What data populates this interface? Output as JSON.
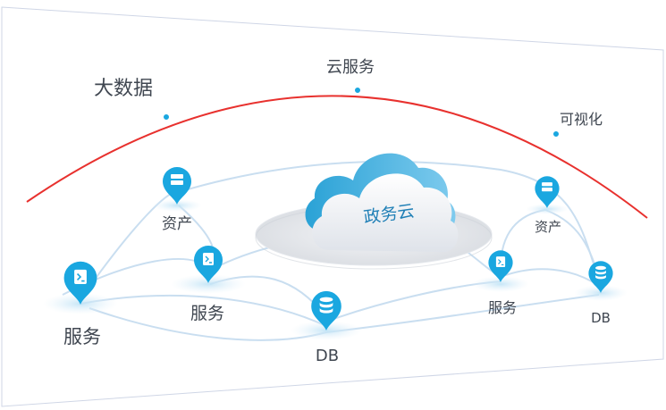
{
  "arc_labels": {
    "big_data": "大数据",
    "cloud_service": "云服务",
    "visualization": "可视化"
  },
  "center": {
    "label": "政务云"
  },
  "nodes": {
    "asset_left": "资产",
    "service_far_left": "服务",
    "service_mid_left": "服务",
    "db_center": "DB",
    "asset_right": "资产",
    "service_right": "服务",
    "db_right": "DB"
  },
  "colors": {
    "arc": "#e8312e",
    "pin": "#1aa7e0",
    "link": "#c9def0",
    "card_border": "#cfd6e6"
  }
}
